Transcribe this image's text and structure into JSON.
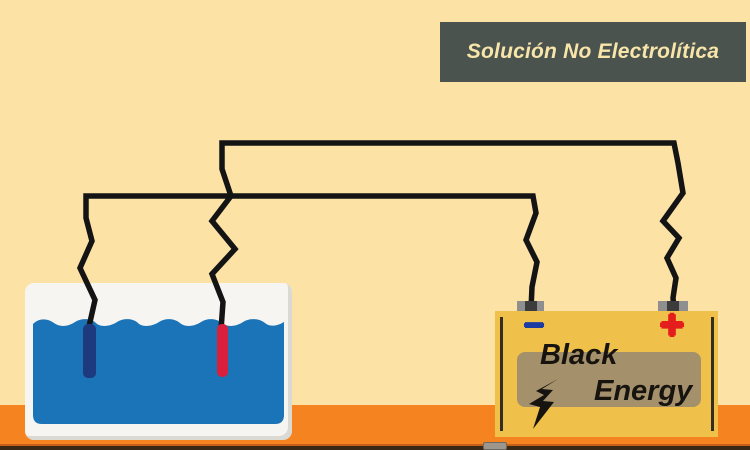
{
  "banner": {
    "title": "Solución No Electrolítica",
    "background_color": "#4a534e",
    "text_color": "#f8e5a9"
  },
  "battery": {
    "brand_word1": "Black",
    "brand_word2": "Energy",
    "negative_symbol": "−",
    "positive_symbol": "+",
    "body_color": "#efc14b",
    "label_plate_color": "#a4906b",
    "negative_symbol_color": "#1d3ca3",
    "positive_symbol_color": "#e41d1d",
    "terminal_color": "#8f8f8f"
  },
  "solution": {
    "container_color": "#f6f5f1",
    "liquid_color": "#1b73b8",
    "negative_electrode_color": "#1e3a7e",
    "positive_electrode_color": "#da1f3c"
  },
  "scene": {
    "background_color": "#fde2a6",
    "floor_color": "#f5831f",
    "bottom_bar_color": "#3a2817",
    "wire_color": "#141414"
  },
  "icons": {
    "lightning_bolt": "lightning-bolt-icon (svg zigzag bolt shape)",
    "scrubber_handle": "scrubber-handle (small gray rounded rect)"
  }
}
